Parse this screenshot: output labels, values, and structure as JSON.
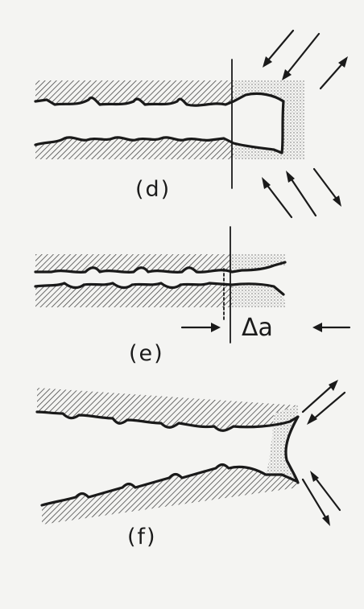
{
  "panels": [
    {
      "id": "d",
      "label": "(d)"
    },
    {
      "id": "e",
      "label": "(e)",
      "increment_label": "Δa"
    },
    {
      "id": "f",
      "label": "(f)"
    }
  ],
  "colors": {
    "ink": "#1a1a1a",
    "paper": "#f4f4f2"
  }
}
